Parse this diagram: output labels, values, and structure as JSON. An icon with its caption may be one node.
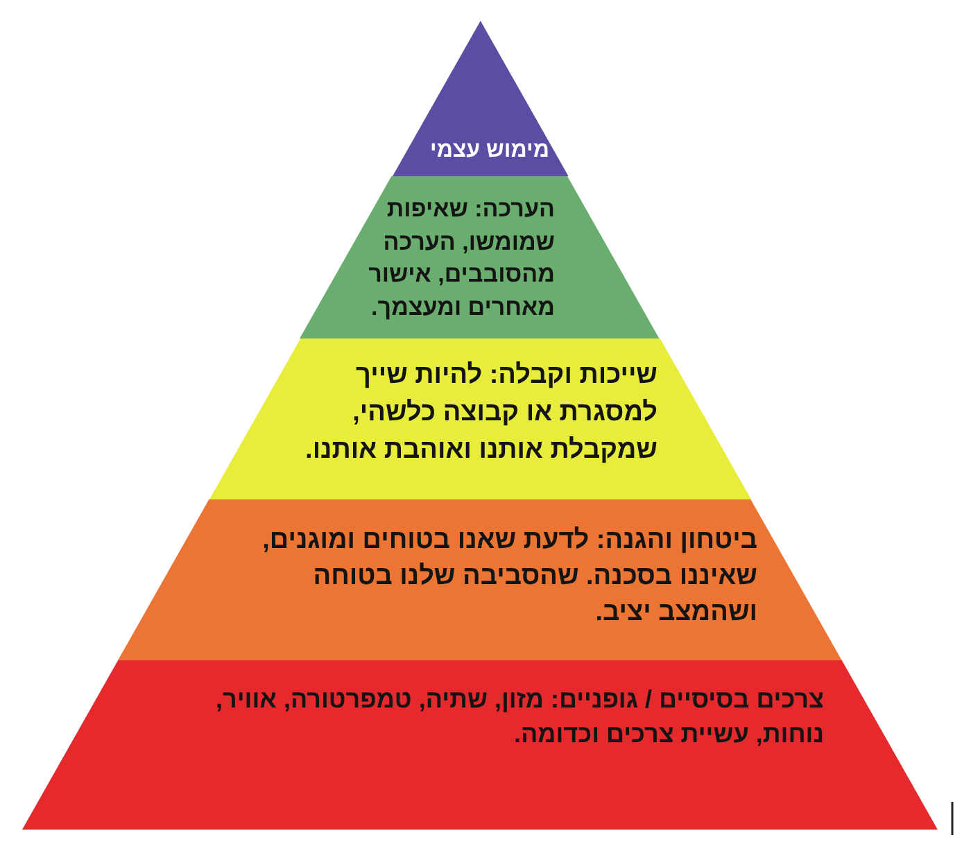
{
  "diagram": {
    "nodes": [
      {
        "text": [
          "מימוש עצמי"
        ]
      },
      {
        "text": [
          "הערכה: שאיפות שמומשו, הערכה מהסובבים, אישור מאחרים ומעצמך."
        ]
      },
      {
        "text": [
          "שייכות וקבלה: להיות שייך למסגרת או קבוצה כלשהי, שמקבלת אותנו ואוהבת אותנו."
        ]
      },
      {
        "text": [
          "ביטחון והגנה: לדעת שאנו בטוחים ומוגנים, שאיננו בסכנה. שהסביבה שלנו בטוחה ושהמצב יציב."
        ]
      },
      {
        "text": [
          "צרכים בסיסיים / גופניים: מזון, שתיה, טמפרטורה, אוויר, נוחות, עשיית צרכים וכדומה."
        ]
      }
    ]
  }
}
